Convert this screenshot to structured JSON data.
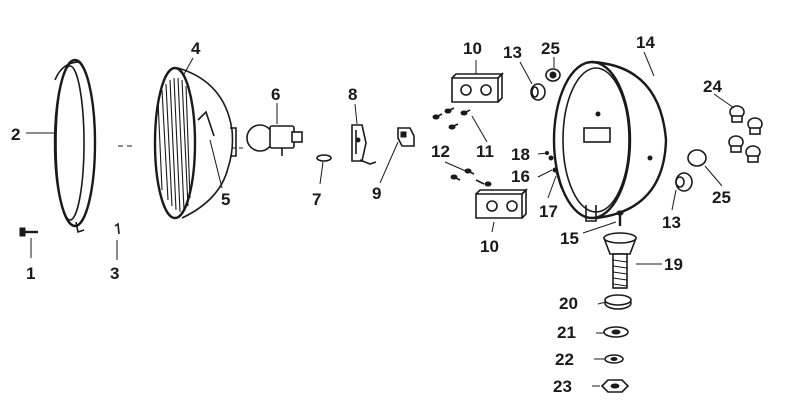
{
  "labels": {
    "l1": "1",
    "l2": "2",
    "l3": "3",
    "l4": "4",
    "l5": "5",
    "l6": "6",
    "l7": "7",
    "l8": "8",
    "l9": "9",
    "l10a": "10",
    "l10b": "10",
    "l11": "11",
    "l12": "12",
    "l13a": "13",
    "l13b": "13",
    "l14": "14",
    "l15": "15",
    "l16": "16",
    "l17": "17",
    "l18": "18",
    "l19": "19",
    "l20": "20",
    "l21": "21",
    "l22": "22",
    "l23": "23",
    "l24": "24",
    "l25a": "25",
    "l25b": "25"
  }
}
